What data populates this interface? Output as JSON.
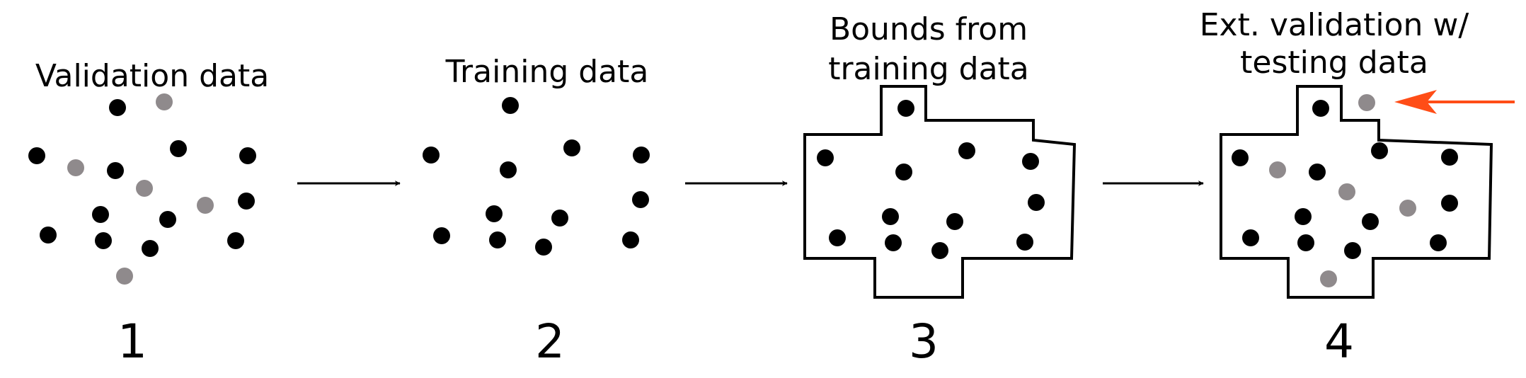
{
  "panels": [
    {
      "title_lines": [
        "Validation data"
      ],
      "number": "1"
    },
    {
      "title_lines": [
        "Training data"
      ],
      "number": "2"
    },
    {
      "title_lines": [
        "Bounds from",
        "training data"
      ],
      "number": "3"
    },
    {
      "title_lines": [
        "Ext. validation w/",
        "testing data"
      ],
      "number": "4"
    }
  ],
  "colors": {
    "training_point": "#000000",
    "validation_point": "#8f8a8c",
    "outline": "#000000",
    "highlight_arrow": "#ff4d17"
  }
}
